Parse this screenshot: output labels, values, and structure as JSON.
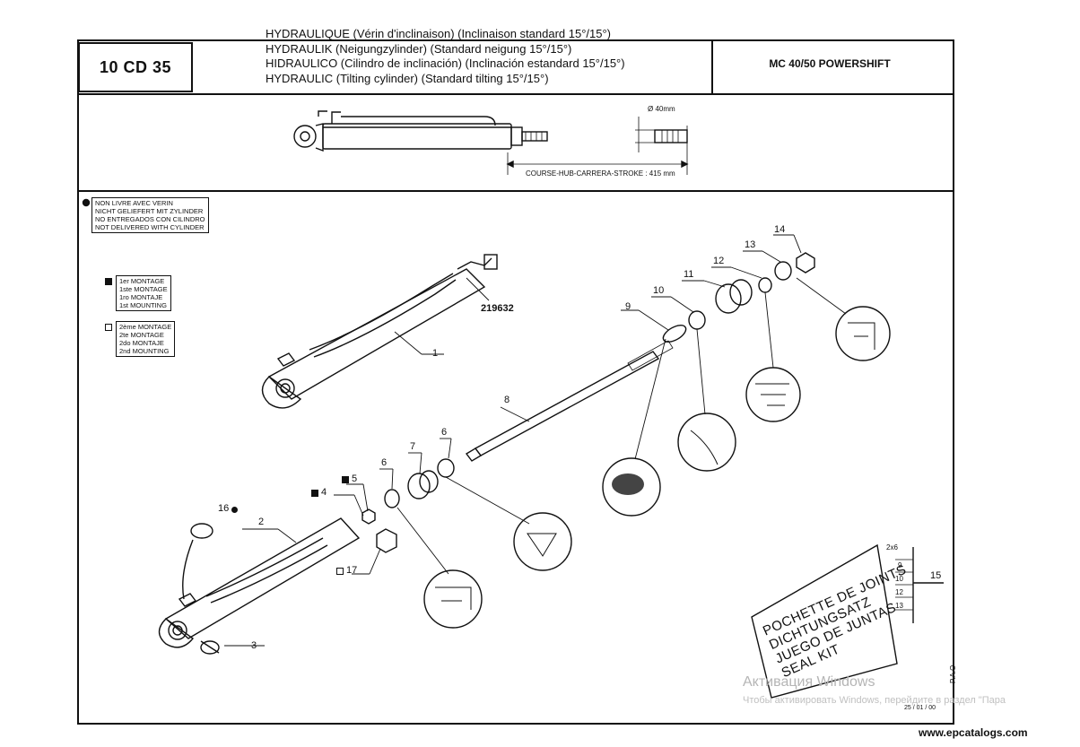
{
  "header": {
    "code": "10 CD 35",
    "title_lines": [
      "HYDRAULIQUE (Vérin d'inclinaison) (Inclinaison standard 15°/15°)",
      "HYDRAULIK (Neigungzylinder) (Standard neigung 15°/15°)",
      "HIDRAULICO (Cilindro de inclinación) (Inclinación estandard 15°/15°)",
      "HYDRAULIC (Tilting cylinder) (Standard tilting 15°/15°)"
    ],
    "model": "MC 40/50 POWERSHIFT"
  },
  "overview": {
    "diameter": "Ø 40mm",
    "stroke": "COURSE-HUB-CARRERA-STROKE : 415 mm"
  },
  "legend": {
    "not_delivered": [
      "NON LIVRE AVEC VERIN",
      "NICHT GELIEFERT MIT ZYLINDER",
      "NO ENTREGADOS CON CILINDRO",
      "NOT DELIVERED WITH CYLINDER"
    ],
    "first_mounting": [
      "1er MONTAGE",
      "1ste MONTAGE",
      "1ro MONTAJE",
      "1st MOUNTING"
    ],
    "second_mounting": [
      "2ème MONTAGE",
      "2te MONTAGE",
      "2do MONTAJE",
      "2nd MOUNTING"
    ]
  },
  "parts": {
    "p1": "1",
    "p2": "2",
    "p3": "3",
    "p4": "4",
    "p5": "5",
    "p6a": "6",
    "p6b": "6",
    "p7": "7",
    "p8": "8",
    "p9": "9",
    "p10": "10",
    "p11": "11",
    "p12": "12",
    "p13": "13",
    "p14": "14",
    "p15": "15",
    "p16": "16",
    "p17": "17",
    "ref": "219632"
  },
  "kit": {
    "lines": [
      "POCHETTE DE JOINTS",
      "DICHTUNGSATZ",
      "JUEGO DE JUNTAS",
      "SEAL KIT"
    ],
    "items": [
      "2x6",
      "9",
      "10",
      "12",
      "13"
    ]
  },
  "footer": {
    "date": "25 / 01 / 00",
    "pao": "P.A.O",
    "site": "www.epcatalogs.com",
    "watermark_title": "Активация Windows",
    "watermark_sub": "Чтобы активировать Windows, перейдите в раздел \"Пара"
  }
}
